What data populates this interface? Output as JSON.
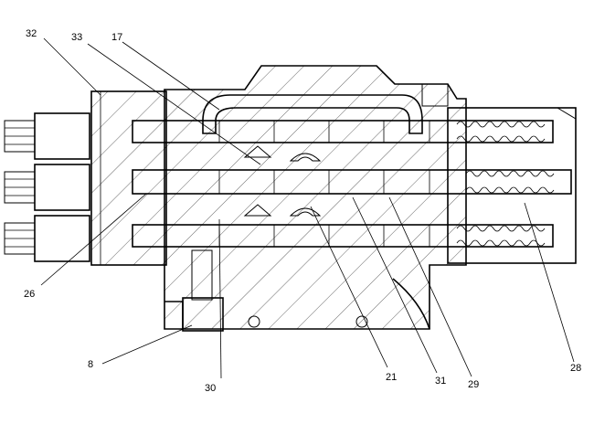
{
  "diagram": {
    "callouts": {
      "c32": "32",
      "c33": "33",
      "c17": "17",
      "c26": "26",
      "c8": "8",
      "c30": "30",
      "c21": "21",
      "c31": "31",
      "c29": "29",
      "c28": "28"
    }
  }
}
